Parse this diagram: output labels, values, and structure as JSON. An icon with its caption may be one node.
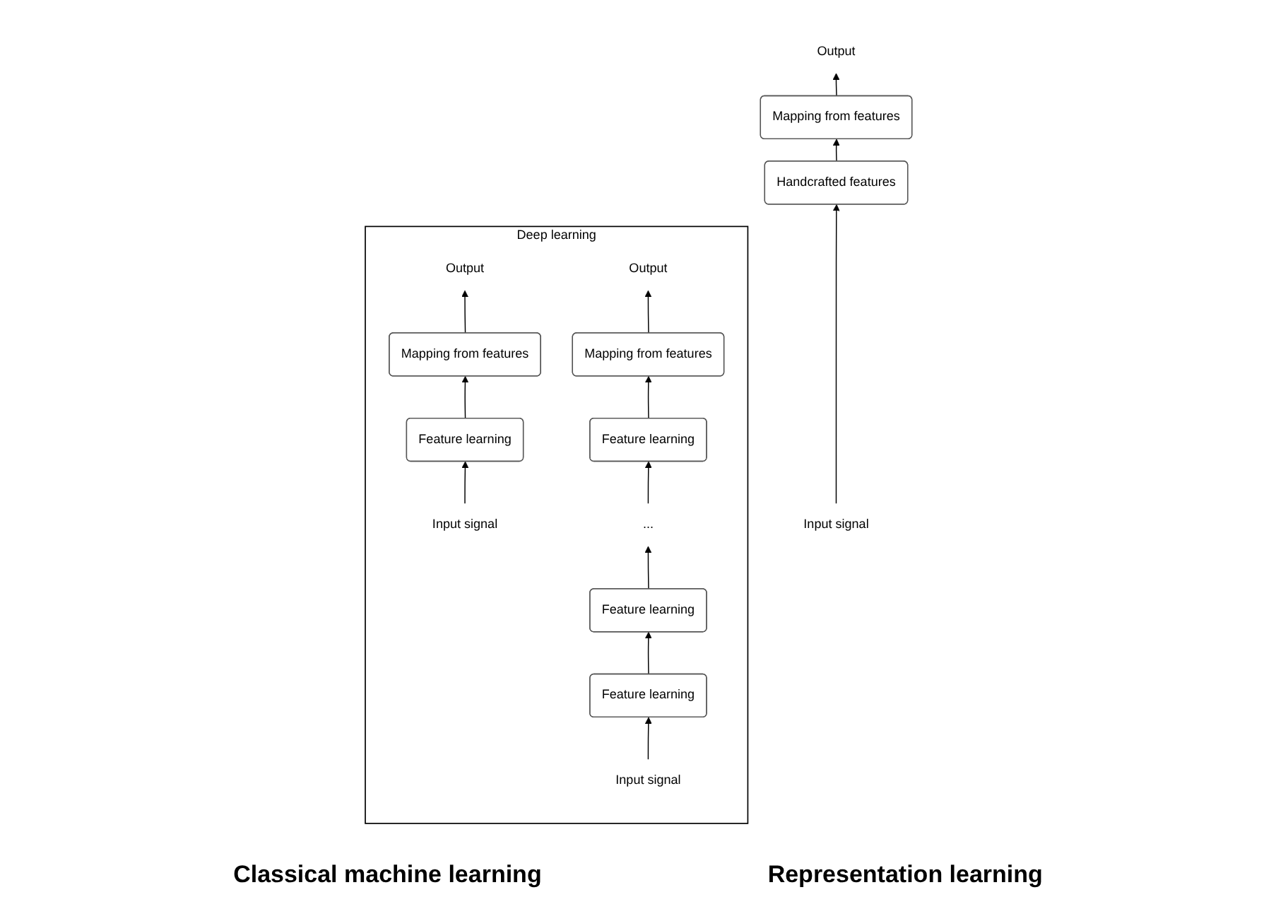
{
  "diagram": {
    "nodes": [
      {
        "text": [
          "Input signal"
        ]
      },
      {
        "text": [
          "Handcrafted features"
        ]
      },
      {
        "text": [
          "Mapping from features"
        ]
      },
      {
        "text": [
          "Output"
        ]
      },
      {
        "text": [
          "Deep learning"
        ]
      },
      {
        "text": [
          "Input signal"
        ],
        "in": 4
      },
      {
        "text": [
          "Feature learning"
        ],
        "in": 4
      },
      {
        "text": [
          "Mapping from features"
        ],
        "in": 4
      },
      {
        "text": [
          "Output"
        ],
        "in": 4
      },
      {
        "text": [
          "Input signal"
        ],
        "in": 4
      },
      {
        "text": [
          "Feature learning"
        ],
        "in": 4
      },
      {
        "text": [
          "Feature learning"
        ],
        "in": 4
      },
      {
        "text": [
          "..."
        ],
        "in": 4
      },
      {
        "text": [
          "Feature learning"
        ],
        "in": 4
      },
      {
        "text": [
          "Mapping from features"
        ],
        "in": 4
      },
      {
        "text": [
          "Output"
        ],
        "in": 4
      }
    ],
    "edges": [
      {
        "from": 0,
        "to": 1,
        "arrow": "to"
      },
      {
        "from": 1,
        "to": 2,
        "arrow": "to"
      },
      {
        "from": 2,
        "to": 3,
        "arrow": "to"
      },
      {
        "from": 5,
        "to": 6,
        "arrow": "to"
      },
      {
        "from": 6,
        "to": 7,
        "arrow": "to"
      },
      {
        "from": 7,
        "to": 8,
        "arrow": "to"
      },
      {
        "from": 9,
        "to": 10,
        "arrow": "to"
      },
      {
        "from": 10,
        "to": 11,
        "arrow": "to"
      },
      {
        "from": 11,
        "to": 12,
        "arrow": "to"
      },
      {
        "from": 12,
        "to": 13,
        "arrow": "to"
      },
      {
        "from": 13,
        "to": 14,
        "arrow": "to"
      },
      {
        "from": 14,
        "to": 15,
        "arrow": "to"
      }
    ],
    "labels": [
      "Classical machine learning",
      "Representation learning"
    ]
  }
}
